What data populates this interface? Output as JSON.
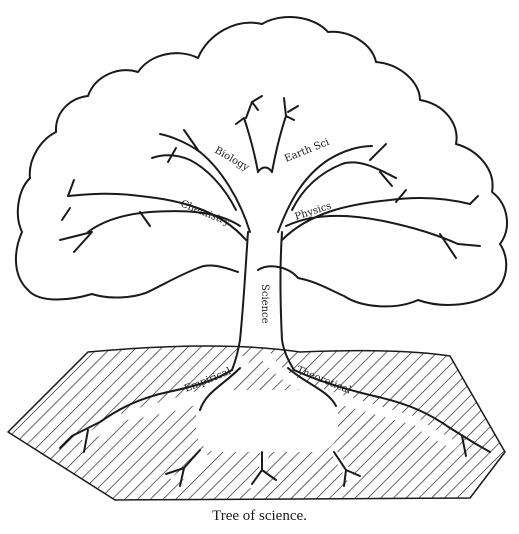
{
  "diagram": {
    "trunk_label": "Science",
    "branches": [
      {
        "key": "biology",
        "label": "Biology"
      },
      {
        "key": "earth",
        "label": "Earth Sci"
      },
      {
        "key": "chemistry",
        "label": "Chemistry"
      },
      {
        "key": "physics",
        "label": "Physics"
      }
    ],
    "roots": [
      {
        "key": "empirical",
        "label": "Empirical"
      },
      {
        "key": "theoretical",
        "label": "Theoretical"
      }
    ]
  },
  "caption": "Tree of science."
}
